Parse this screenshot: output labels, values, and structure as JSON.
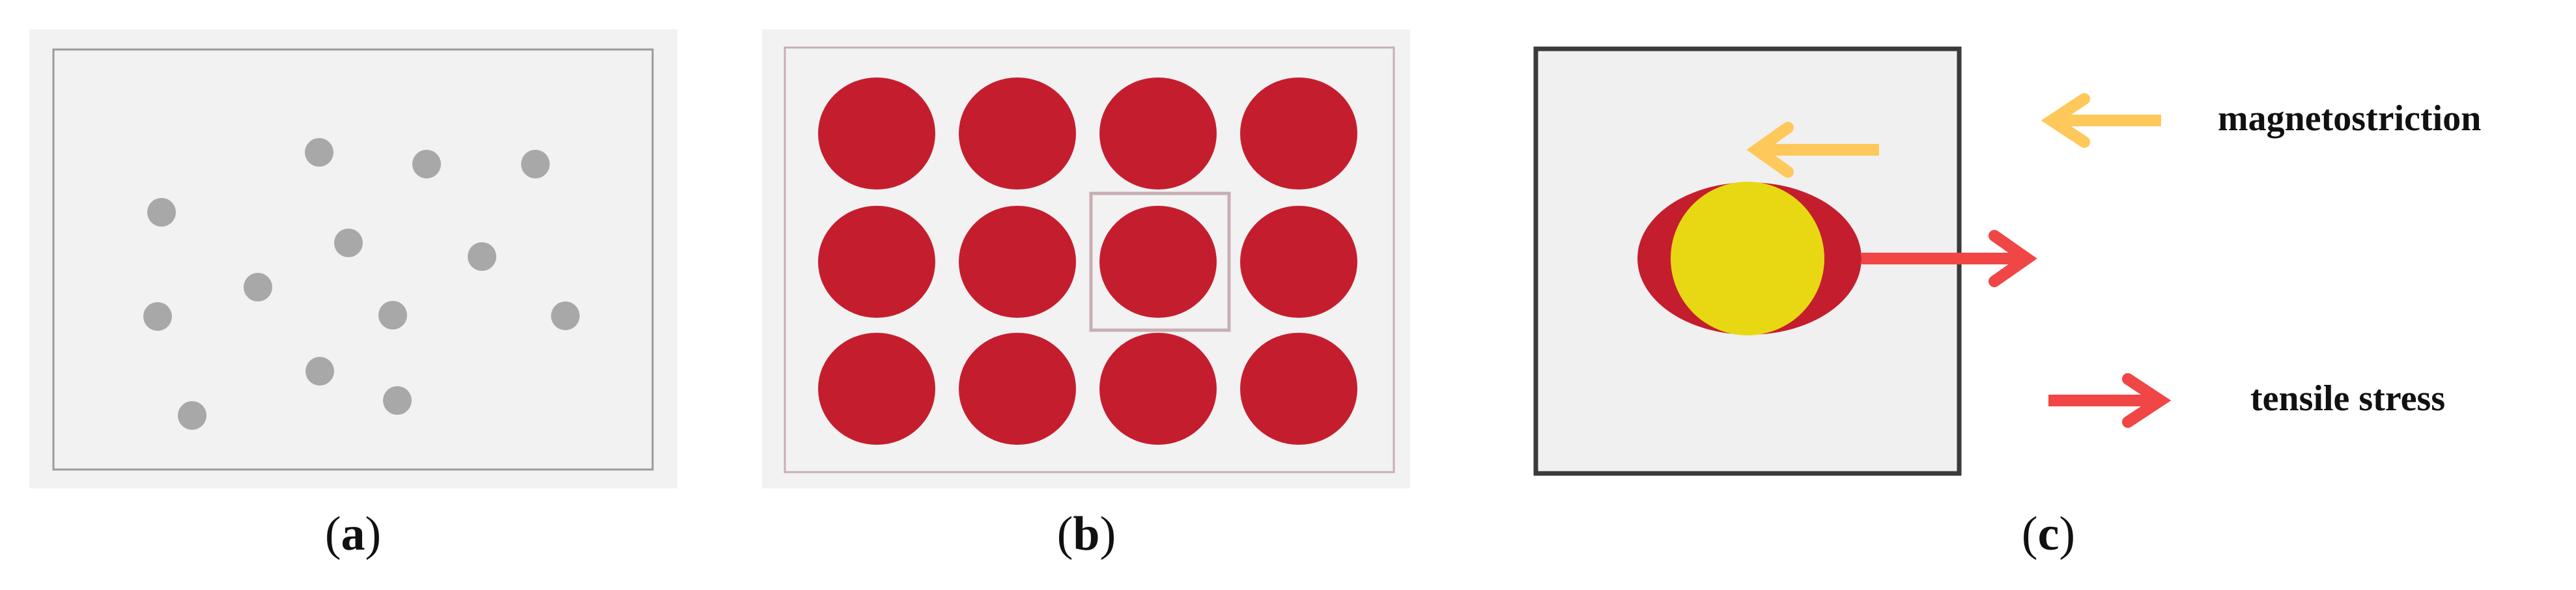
{
  "panels": {
    "a": {
      "caption_open": "(",
      "caption_letter": "a",
      "caption_close": ")",
      "dot_color": "#a8a8a8",
      "background": "#f2f2f2"
    },
    "b": {
      "caption_open": "(",
      "caption_letter": "b",
      "caption_close": ")",
      "domain_color": "#c41e2e",
      "highlight_cell": "row 2, column 3",
      "grid": {
        "rows": 3,
        "columns": 4
      }
    },
    "c": {
      "caption_open": "(",
      "caption_letter": "c",
      "caption_close": ")",
      "outer_color": "#c41e2e",
      "inner_color": "#e8d813"
    }
  },
  "legend": {
    "items": [
      {
        "label": "magnetostriction",
        "arrow_color": "#ffc85a",
        "direction": "left"
      },
      {
        "label": "tensile stress",
        "arrow_color": "#f04646",
        "direction": "right"
      }
    ]
  }
}
